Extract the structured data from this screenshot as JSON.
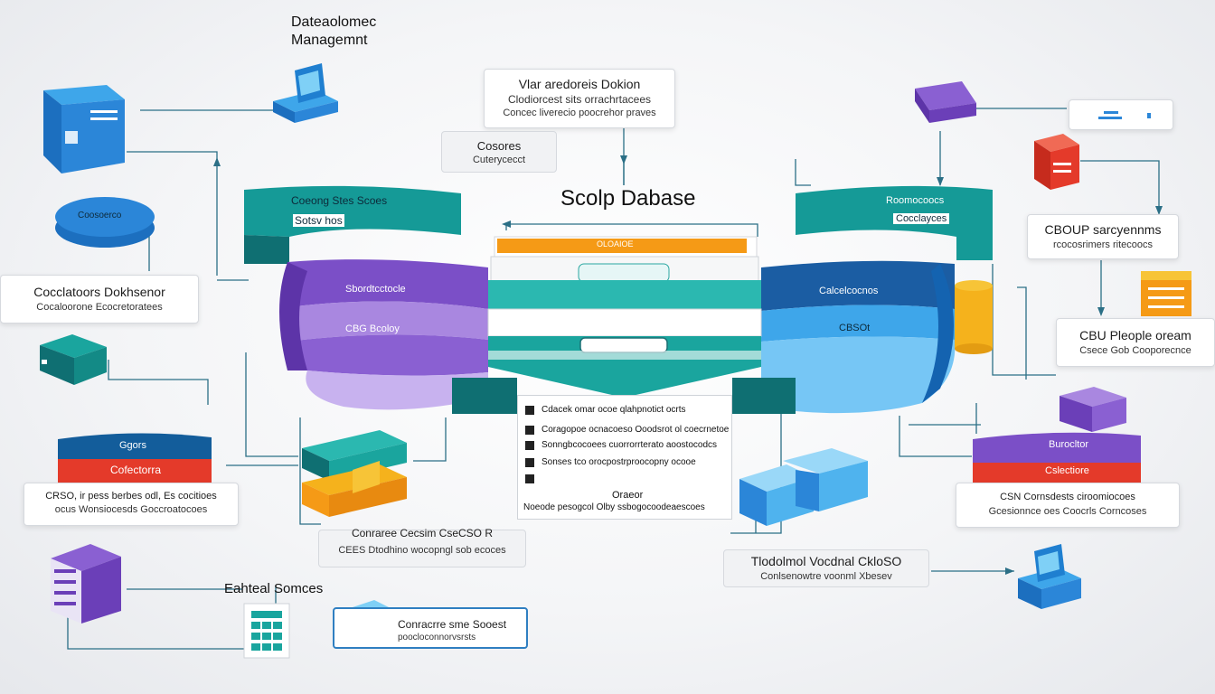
{
  "top_title": {
    "line1": "Dateaolomec",
    "line2": "Managemnt"
  },
  "center_title": "Scolp Dabase",
  "card_top_center": {
    "line1": "Vlar aredoreis Dokion",
    "line2": "Clodiorcest sits orrachrtacees",
    "line3": "Concec liverecio poocrehor praves"
  },
  "card_cosres": {
    "line1": "Cosores",
    "line2": "Cuterycecct"
  },
  "card_left_dokhsenor": {
    "line1": "Cocclatoors Dokhsenor",
    "line2": "Cocaloorone Ecocretoratees"
  },
  "card_left_bottom": {
    "line1": "CRSO, ir pess berbes odl, Es cocitioes",
    "line2": "ocus Wonsiocesds Goccroatocoes"
  },
  "card_bottom_center": {
    "line1": "Conraree Cecsim CseCSO R",
    "line2": "CEES Dtodhino wocopngl sob ecoces"
  },
  "card_bottom_mid_right": {
    "line1": "Tlodolmol Vocdnal CkloSO",
    "line2": "Conlsenowtre voonml Xbesev"
  },
  "card_right_top_small": {
    "line1": ""
  },
  "card_right_cbdup": {
    "line1": "CBOUP sarcyennms",
    "line2": "rcocosrimers ritecoocs"
  },
  "card_right_cbu": {
    "line1": "CBU Pleople oream",
    "line2": "Csece Gob Cooporecnce"
  },
  "card_right_bottom": {
    "line1": "CSN Cornsdests ciroomiocoes",
    "line2": "Gcesionnce oes Coocrls Corncoses"
  },
  "bottom_label_eshtal": "Eahteal Somces",
  "card_bottom_blue": {
    "line1": "Conracrre sme Sooest",
    "line2": "poocloconnorvsrsts"
  },
  "left_teal_band": {
    "line1": "Coeong Stes Scoes",
    "line2": "Sotsv hos"
  },
  "left_purple_band": {
    "line1": "Sbordtcctocle",
    "line2": "CBG Bcoloy"
  },
  "right_teal_band": {
    "line1": "Roomocoocs",
    "line2": "Cocclayces"
  },
  "right_blue_band": {
    "line1": "Calcelcocnos",
    "line2": "CBSOt"
  },
  "center_stack": {
    "orange_tab": "OLOAIOE"
  },
  "left_oval": "Coosoerco",
  "left_stack": {
    "top": "Ggors",
    "bottom": "Cofectorra"
  },
  "right_stack": {
    "top": "Burocltor",
    "bottom": "Cslectiore"
  },
  "list_box": {
    "rows": [
      "Cdacek omar ocoe qlahpnotict ocrts",
      "Coragopoe ocnacoeso Ooodsrot ol coecrnetoe",
      "Sonngbcocoees cuorrorrterato aoostocodcs",
      "Sonses tco orocpostrproocopny ocooe",
      ""
    ],
    "footer1": "Oraeor",
    "footer2": "Noeode pesogcol Olby ssbogocoodeaescoes"
  },
  "colors": {
    "teal": "#159a97",
    "teal_dark": "#0f6f72",
    "purple": "#7b4fc7",
    "violet_light": "#a987e0",
    "blue": "#1f7fd0",
    "sky": "#4fb3ee",
    "orange": "#f59a16",
    "red": "#e43a2a",
    "amber": "#f5b21c",
    "navy_tab": "#135d9b",
    "wire": "#2b6f86"
  },
  "icons": [
    "server-box-icon",
    "monitor-box-icon",
    "disk-icon",
    "cube-icon",
    "file-cabinet-icon",
    "spreadsheet-icon",
    "usb-drive-icon",
    "layered-blocks-icon"
  ]
}
